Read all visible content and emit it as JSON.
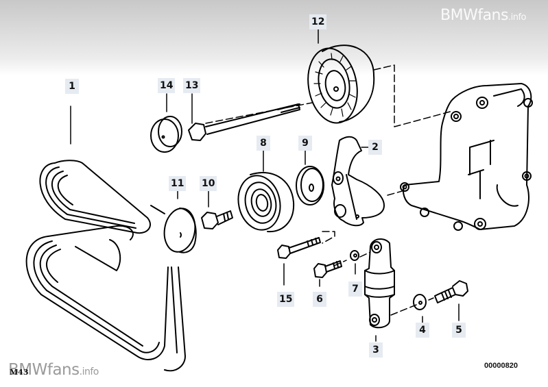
{
  "diagram": {
    "title": "Belt tensioner / idler pulley assembly",
    "watermark_top": {
      "brand": "BMWfans",
      "suffix": ".info"
    },
    "watermark_bottom": {
      "brand": "BMWfans",
      "suffix": ".info"
    },
    "model_code": "M43",
    "drawing_number": "00000820",
    "part_labels": [
      {
        "id": "1",
        "part": "ribbed-belt"
      },
      {
        "id": "2",
        "part": "tensioner-arm"
      },
      {
        "id": "3",
        "part": "hydraulic-tensioner"
      },
      {
        "id": "4",
        "part": "washer"
      },
      {
        "id": "5",
        "part": "hex-bolt"
      },
      {
        "id": "6",
        "part": "hex-bolt"
      },
      {
        "id": "7",
        "part": "washer"
      },
      {
        "id": "8",
        "part": "idler-pulley"
      },
      {
        "id": "9",
        "part": "dust-cover"
      },
      {
        "id": "10",
        "part": "hex-bolt"
      },
      {
        "id": "11",
        "part": "cover-cap"
      },
      {
        "id": "12",
        "part": "tension-pulley"
      },
      {
        "id": "13",
        "part": "hex-bolt-long"
      },
      {
        "id": "14",
        "part": "cover-cap"
      },
      {
        "id": "15",
        "part": "hex-bolt"
      }
    ]
  }
}
